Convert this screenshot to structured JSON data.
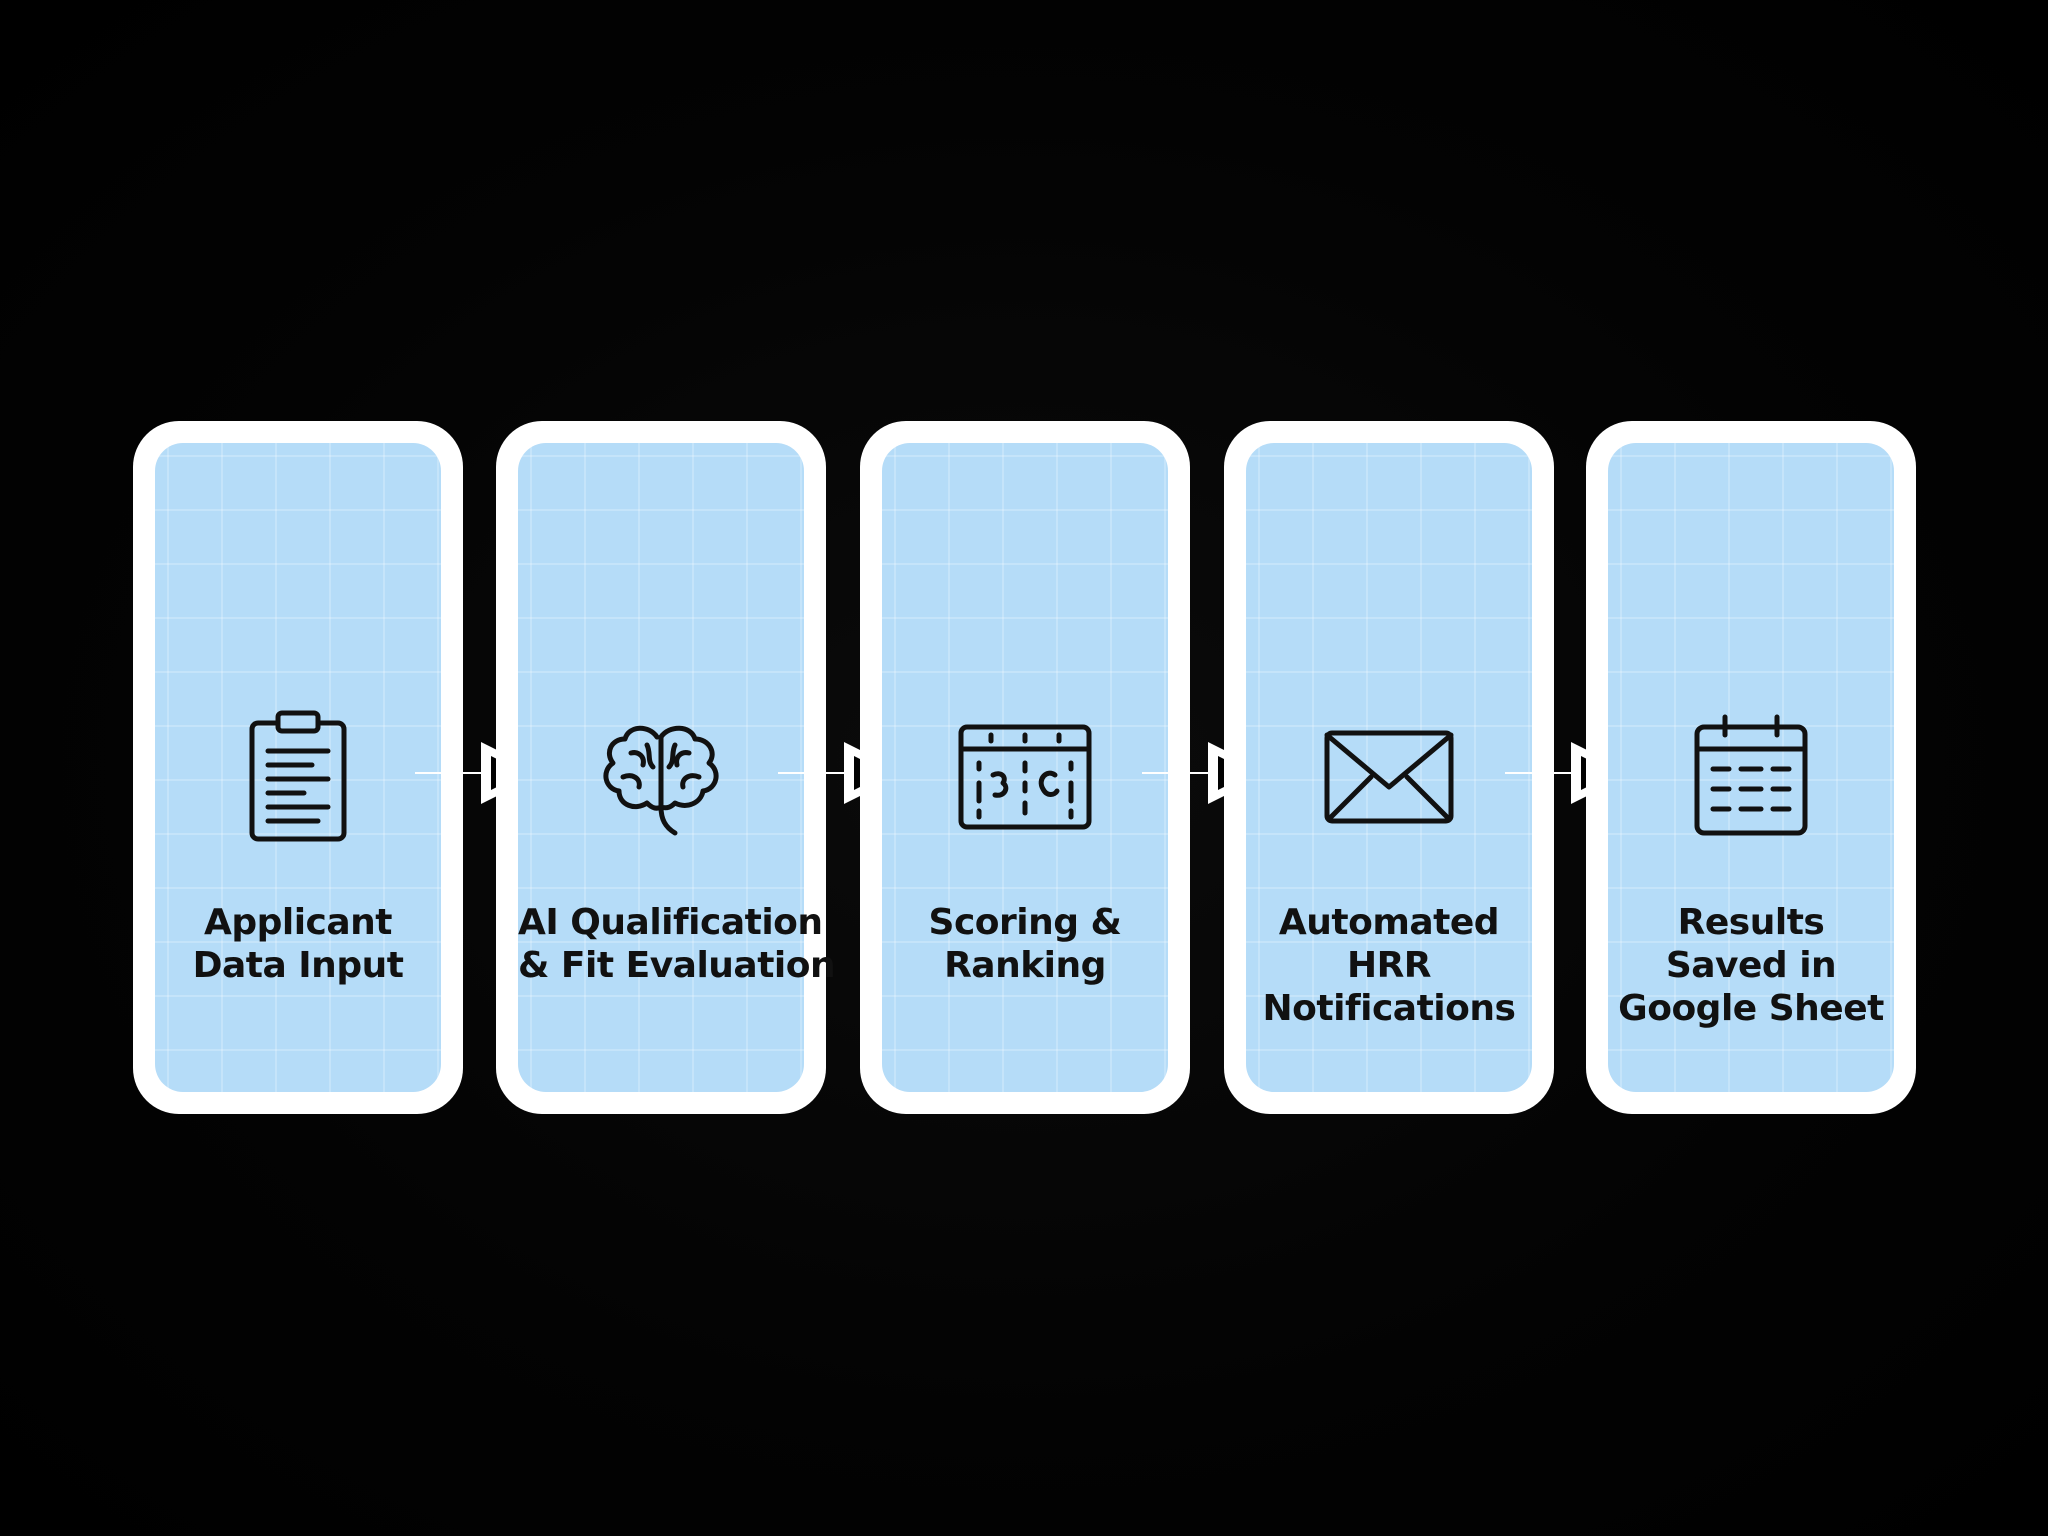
{
  "steps": [
    {
      "icon": "clipboard-icon",
      "label_lines": [
        "Applicant",
        "Data Input"
      ]
    },
    {
      "icon": "brain-icon",
      "label_lines": [
        "AI Qualification",
        "& Fit Evaluation"
      ]
    },
    {
      "icon": "scoreboard-icon",
      "label_lines": [
        "Scoring &",
        "Ranking"
      ]
    },
    {
      "icon": "envelope-icon",
      "label_lines": [
        "Automated",
        "HRR",
        "Notifications"
      ]
    },
    {
      "icon": "calendar-icon",
      "label_lines": [
        "Results",
        "Saved in",
        "Google Sheet"
      ]
    }
  ],
  "colors": {
    "background": "#020202",
    "card_border": "#ffffff",
    "card_fill": "#b5dcf8",
    "text": "#111111",
    "arrow": "#ffffff"
  }
}
